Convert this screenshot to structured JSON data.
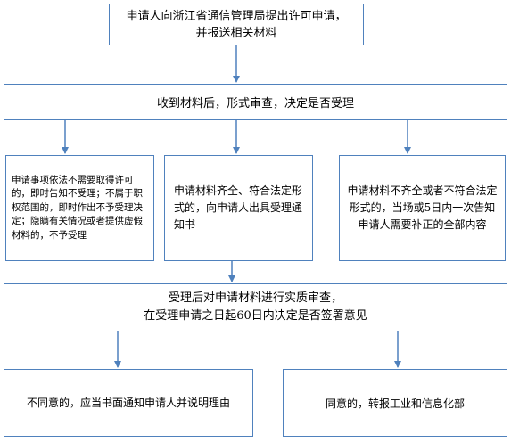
{
  "flowchart": {
    "step_submit": "申请人向浙江省通信管理局提出许可申请，\n并报送相关材料",
    "step_review": "收到材料后，形式审查，决定是否受理",
    "outcome_reject": "申请事项依法不需要取得许可的，即时告知不受理；不属于职权范围的，即时作出不予受理决定；隐瞒有关情况或者提供虚假材料的，不予受理",
    "outcome_accept": "申请材料齐全、符合法定形式的，向申请人出具受理通知书",
    "outcome_supplement": "申请材料不齐全或者不符合法定形式的，当场或5日内一次告知申请人需要补正的全部内容",
    "step_substantive": "受理后对申请材料进行实质审查，\n在受理申请之日起60日内决定是否签署意见",
    "result_disagree": "不同意的，应当书面通知申请人并说明理由",
    "result_agree": "同意的，转报工业和信息化部"
  },
  "colors": {
    "border": "#4f81bd",
    "arrow": "#4f81bd",
    "text": "#000000",
    "background": "#ffffff"
  }
}
